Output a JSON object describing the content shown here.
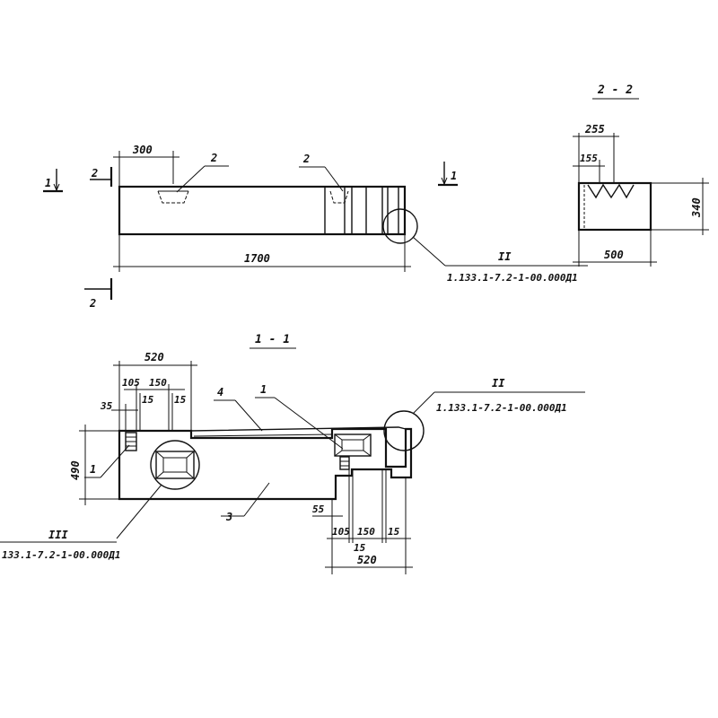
{
  "plan": {
    "dim_300": "300",
    "dim_1700": "1700",
    "callout_2_left": "2",
    "callout_2_right": "2",
    "section_1_left": "1",
    "section_1_right": "1",
    "section_2_top": "2",
    "section_2_bottom": "2",
    "node_II": "II",
    "node_II_ref": "1.133.1-7.2-1-00.000Д1"
  },
  "section_22": {
    "title": "2 - 2",
    "dim_255": "255",
    "dim_155": "155",
    "dim_340": "340",
    "dim_500": "500"
  },
  "section_11": {
    "title": "1 - 1",
    "dim_520_top": "520",
    "dim_105_top": "105",
    "dim_150_top": "150",
    "dim_15_top_a": "15",
    "dim_15_top_b": "15",
    "dim_35": "35",
    "dim_490": "490",
    "dim_55": "55",
    "dim_105_bot": "105",
    "dim_150_bot": "150",
    "dim_15_bot_a": "15",
    "dim_15_bot_b": "15",
    "dim_520_bot": "520",
    "callout_1_left": "1",
    "callout_1_top": "1",
    "callout_4": "4",
    "callout_3": "3",
    "node_II": "II",
    "node_II_ref": "1.133.1-7.2-1-00.000Д1",
    "node_III": "III",
    "node_III_ref": "133.1-7.2-1-00.000Д1"
  }
}
